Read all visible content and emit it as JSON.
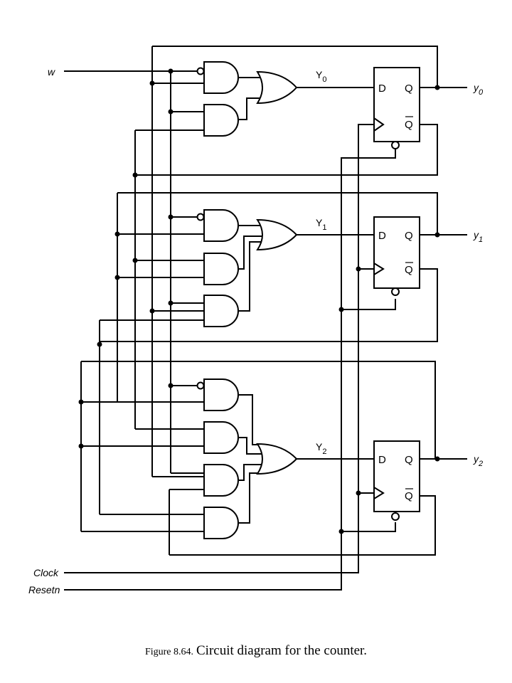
{
  "inputs": {
    "w": "w",
    "clock": "Clock",
    "reset": "Resetn"
  },
  "stages": [
    {
      "next_state": "Y",
      "next_state_sub": "0",
      "output": "y",
      "output_sub": "0"
    },
    {
      "next_state": "Y",
      "next_state_sub": "1",
      "output": "y",
      "output_sub": "1"
    },
    {
      "next_state": "Y",
      "next_state_sub": "2",
      "output": "y",
      "output_sub": "2"
    }
  ],
  "flipflop": {
    "d": "D",
    "q": "Q",
    "qbar": "Q"
  },
  "caption": {
    "figure": "Figure 8.64.",
    "text": "Circuit diagram for the counter."
  }
}
